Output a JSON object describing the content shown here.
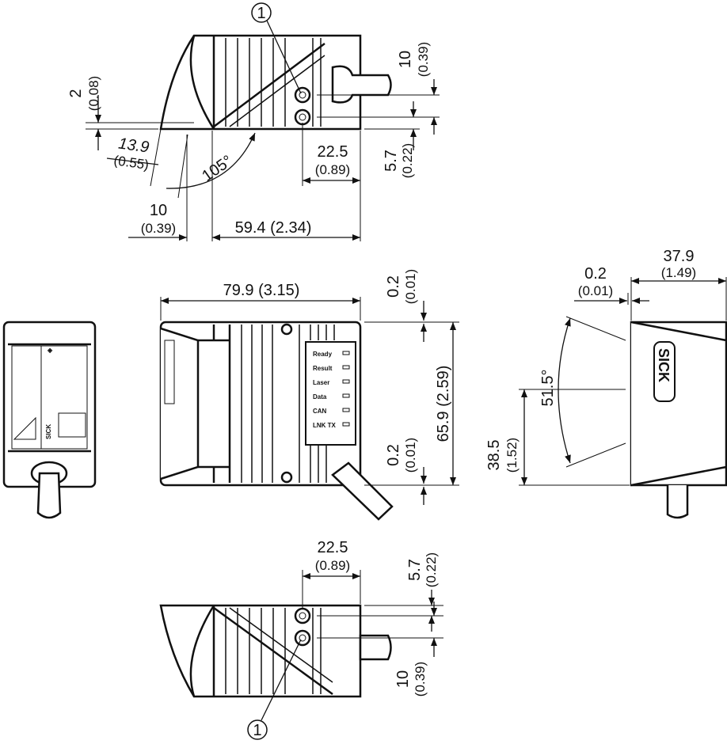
{
  "callout": {
    "label": "1"
  },
  "top_view": {
    "dim_2": "2",
    "dim_2_in": "(0.08)",
    "dim_13_9": "13.9",
    "dim_13_9_in": "(0.55)",
    "angle_105": "105°",
    "dim_10_left": "10",
    "dim_10_left_in": "(0.39)",
    "dim_59_4": "59.4 (2.34)",
    "dim_22_5": "22.5",
    "dim_22_5_in": "(0.89)",
    "dim_5_7": "5.7",
    "dim_5_7_in": "(0.22)",
    "dim_10_right": "10",
    "dim_10_right_in": "(0.39)"
  },
  "front_view": {
    "dim_79_9": "79.9 (3.15)",
    "dim_0_2_top": "0.2",
    "dim_0_2_top_in": "(0.01)",
    "dim_65_9": "65.9 (2.59)",
    "dim_0_2_bottom": "0.2",
    "dim_0_2_bottom_in": "(0.01)",
    "leds": [
      "Ready",
      "Result",
      "Laser",
      "Data",
      "CAN",
      "LNK TX"
    ],
    "logo": "SICK"
  },
  "side_view": {
    "dim_37_9": "37.9",
    "dim_37_9_in": "(1.49)",
    "dim_0_2": "0.2",
    "dim_0_2_in": "(0.01)",
    "angle_51_5": "51.5°",
    "dim_38_5": "38.5",
    "dim_38_5_in": "(1.52)",
    "logo": "SICK"
  },
  "bottom_view": {
    "dim_22_5": "22.5",
    "dim_22_5_in": "(0.89)",
    "dim_5_7": "5.7",
    "dim_5_7_in": "(0.22)",
    "dim_10": "10",
    "dim_10_in": "(0.39)"
  }
}
